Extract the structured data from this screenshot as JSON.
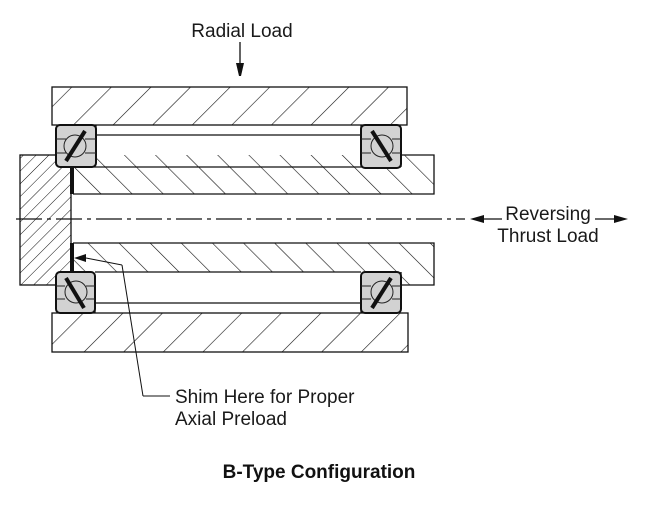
{
  "diagram": {
    "title": "B-Type Configuration",
    "labels": {
      "radial_load": "Radial Load",
      "thrust_line1": "Reversing",
      "thrust_line2": "Thrust Load",
      "shim_line1": "Shim Here for Proper",
      "shim_line2": "Axial Preload"
    },
    "components": [
      {
        "name": "outer-housing-top",
        "type": "hatched-section"
      },
      {
        "name": "outer-housing-bottom",
        "type": "hatched-section"
      },
      {
        "name": "shaft-sleeve-top",
        "type": "hatched-section"
      },
      {
        "name": "shaft-sleeve-bottom",
        "type": "hatched-section"
      },
      {
        "name": "end-plate",
        "type": "hatched-section"
      },
      {
        "name": "bearing-top-left",
        "type": "angular-contact-bearing",
        "contact": "/"
      },
      {
        "name": "bearing-top-right",
        "type": "angular-contact-bearing",
        "contact": "\\"
      },
      {
        "name": "bearing-bottom-left",
        "type": "angular-contact-bearing",
        "contact": "\\"
      },
      {
        "name": "bearing-bottom-right",
        "type": "angular-contact-bearing",
        "contact": "/"
      },
      {
        "name": "shim",
        "type": "shim"
      }
    ],
    "colors": {
      "line": "#111111",
      "bearing_fill": "#d2d2d2",
      "background": "#ffffff"
    }
  }
}
